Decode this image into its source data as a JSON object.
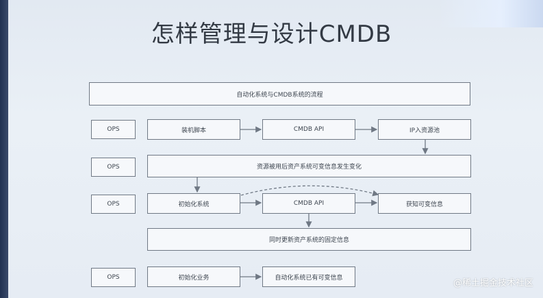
{
  "slide": {
    "title": "怎样管理与设计CMDB"
  },
  "diagram": {
    "header": "自动化系统与CMDB系统的流程",
    "ops_label": "OPS",
    "row1": {
      "step1": "装机脚本",
      "step2": "CMDB API",
      "step3": "IP入资源池"
    },
    "row2": {
      "step1": "资源被用后资产系统可变信息发生变化"
    },
    "row3": {
      "step1": "初始化系统",
      "step2": "CMDB API",
      "step3": "获知可变信息"
    },
    "row4": {
      "step1": "同时更新资产系统的固定信息"
    },
    "row5": {
      "step1": "初始化业务",
      "step2": "自动化系统已有可变信息"
    }
  },
  "watermark": "@稀土掘金技术社区"
}
